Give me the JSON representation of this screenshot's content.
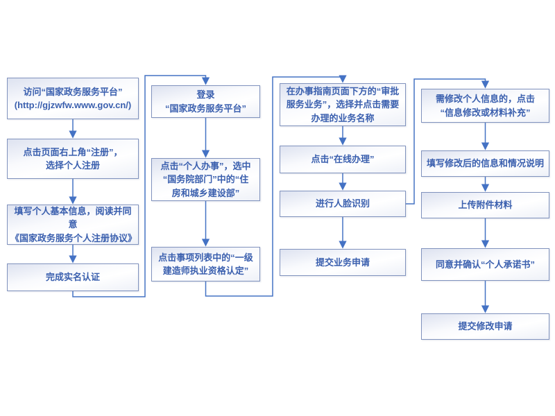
{
  "flow": {
    "colors": {
      "arrow": "#4472c4",
      "box_border": "#8092bd",
      "box_fill_top": "#dde2f0",
      "box_fill_bottom": "#eef1f8",
      "text": "#3a5fae",
      "background": "#ffffff"
    },
    "columns": [
      {
        "name": "registration",
        "boxes": [
          {
            "text": "访问“国家政务服务平台”\n(http://gjzwfw.www.gov.cn/)"
          },
          {
            "text": "点击页面右上角“注册”，\n选择个人注册"
          },
          {
            "text": "填写个人基本信息，阅读并同意\n《国家政务服务个人注册协议》"
          },
          {
            "text": "完成实名认证"
          }
        ]
      },
      {
        "name": "login-and-locate",
        "boxes": [
          {
            "text": "登录\n“国家政务服务平台”"
          },
          {
            "text": "点击“个人办事”，选中\n“国务院部门”中的“住\n房和城乡建设部”"
          },
          {
            "text": "点击事项列表中的“一级\n建造师执业资格认定”"
          }
        ]
      },
      {
        "name": "apply-online",
        "boxes": [
          {
            "text": "在办事指南页面下方的“审批\n服务业务”，选择并点击需要\n办理的业务名称"
          },
          {
            "text": "点击“在线办理”"
          },
          {
            "text": "进行人脸识别"
          },
          {
            "text": "提交业务申请"
          }
        ]
      },
      {
        "name": "modify-info",
        "boxes": [
          {
            "text": "需修改个人信息的，点击\n“信息修改或材料补充”"
          },
          {
            "text": "填写修改后的信息和情况说明"
          },
          {
            "text": "上传附件材料"
          },
          {
            "text": "同意并确认“个人承诺书”"
          },
          {
            "text": "提交修改申请"
          }
        ]
      }
    ]
  }
}
